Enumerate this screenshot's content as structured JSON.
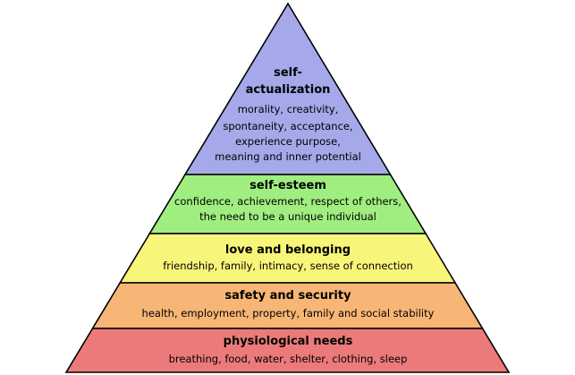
{
  "diagram": {
    "tiers": [
      {
        "id": "self-actualization",
        "title_lines": [
          "self-",
          "actualization"
        ],
        "description_lines": [
          "morality, creativity,",
          "spontaneity, acceptance,",
          "experience purpose,",
          "meaning and inner potential"
        ],
        "color": "#a5a9ea"
      },
      {
        "id": "self-esteem",
        "title_lines": [
          "self-esteem"
        ],
        "description_lines": [
          "confidence, achievement, respect of others,",
          "the need to be a unique individual"
        ],
        "color": "#9fee7f"
      },
      {
        "id": "love-and-belonging",
        "title_lines": [
          "love and belonging"
        ],
        "description_lines": [
          "friendship, family, intimacy, sense of connection"
        ],
        "color": "#f8f67a"
      },
      {
        "id": "safety-and-security",
        "title_lines": [
          "safety and security"
        ],
        "description_lines": [
          "health, employment, property, family and social stability"
        ],
        "color": "#f7b676"
      },
      {
        "id": "physiological-needs",
        "title_lines": [
          "physiological needs"
        ],
        "description_lines": [
          "breathing, food, water, shelter, clothing, sleep"
        ],
        "color": "#ec7a7a"
      }
    ]
  }
}
